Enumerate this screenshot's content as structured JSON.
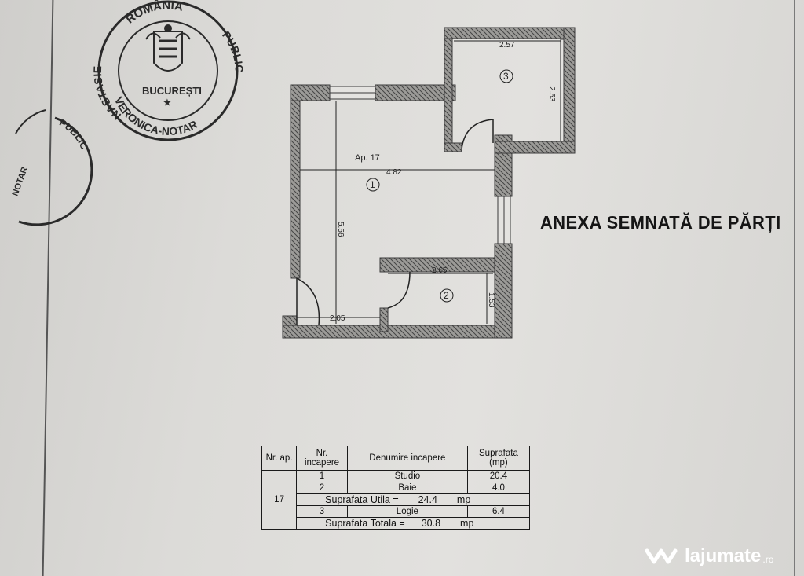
{
  "stamp": {
    "country": "ROMÂNIA",
    "left_arc": "NASTASIE",
    "city": "BUCUREȘTI",
    "bottom_arc": "VERONICA-NOTAR",
    "right_arc": "PUBLIC",
    "star": "★",
    "partial_stamp_top": "PUBLIC",
    "partial_stamp_bottom": "NOTAR"
  },
  "plan": {
    "apartment_label": "Ap. 17",
    "rooms": [
      {
        "number": "1"
      },
      {
        "number": "2"
      },
      {
        "number": "3"
      }
    ],
    "dimensions": {
      "room1_width": "4.82",
      "room1_length": "5.56",
      "room2_width": "2.65",
      "room2_length": "1.53",
      "room3_width": "2.57",
      "room3_length": "2.53",
      "entrance_width": "2.05"
    }
  },
  "annex_title": "ANEXA SEMNATĂ DE PĂRȚI",
  "table": {
    "headers": [
      "Nr. ap.",
      "Nr. incapere",
      "Denumire incapere",
      "Suprafata (mp)"
    ],
    "apartment_no": "17",
    "rows": [
      {
        "nr": "1",
        "name": "Studio",
        "area": "20.4"
      },
      {
        "nr": "2",
        "name": "Baie",
        "area": "4.0"
      }
    ],
    "useful": {
      "label": "Suprafata Utila =",
      "value": "24.4",
      "unit": "mp"
    },
    "loggia": {
      "nr": "3",
      "name": "Logie",
      "area": "6.4"
    },
    "total": {
      "label": "Suprafata Totala =",
      "value": "30.8",
      "unit": "mp"
    }
  },
  "watermark": {
    "brand": "lajumate",
    "tld": ".ro"
  },
  "colors": {
    "paper": "#dcdbd8",
    "ink": "#1a1a1a",
    "wall_hatch": "#6b6b6b"
  }
}
